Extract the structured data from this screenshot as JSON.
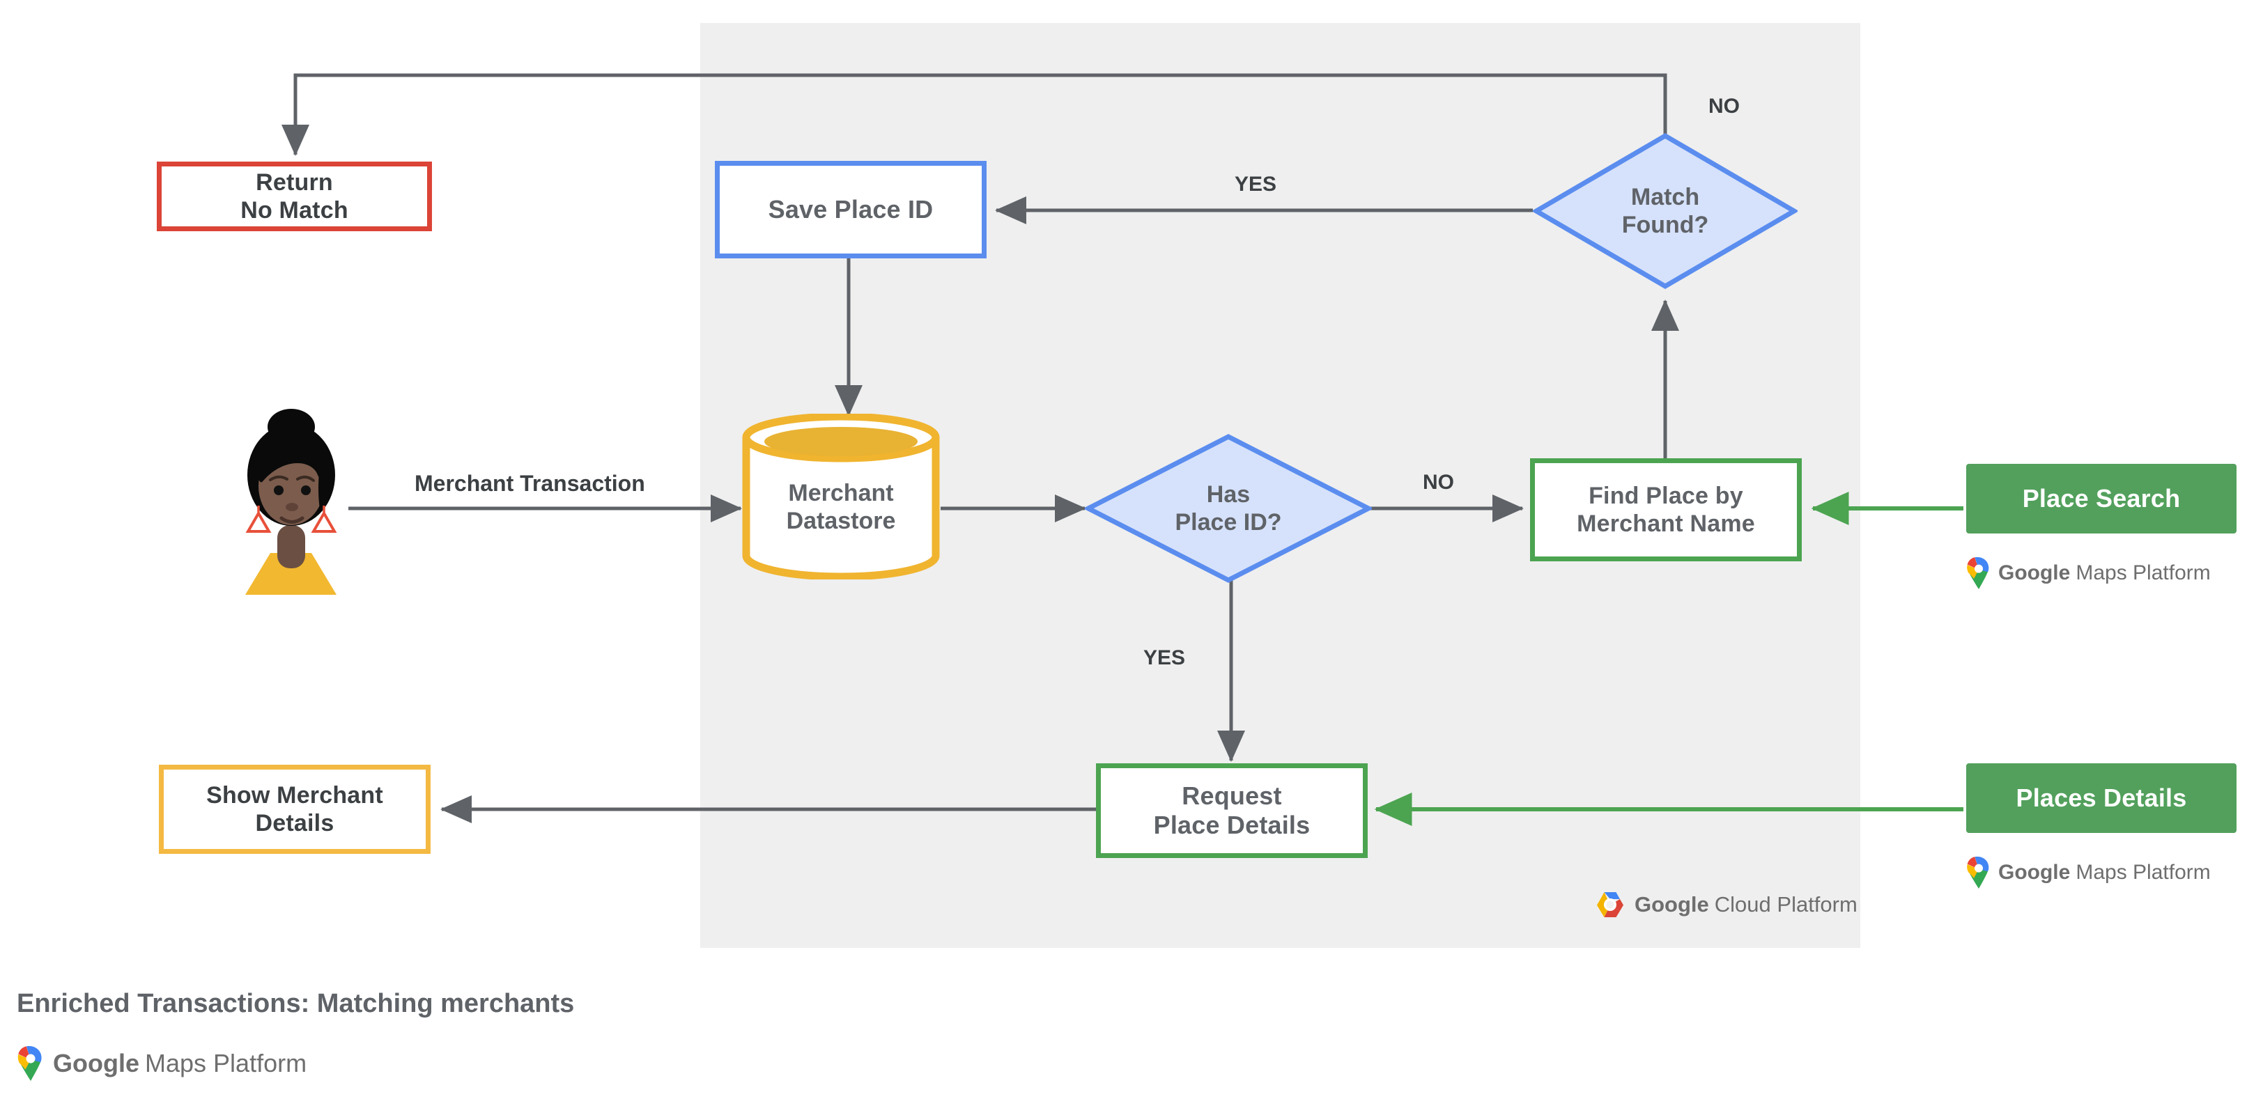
{
  "diagram": {
    "title": "Enriched Transactions: Matching merchants",
    "panel_label": "google-cloud-platform-region",
    "colors": {
      "panel_bg": "#EFEFEF",
      "red": "#DB4437",
      "blue": "#5B8DEF",
      "blue_fill": "#D6E2FB",
      "green_outline": "#4CA451",
      "green_fill": "#52A05C",
      "yellow": "#F4B942",
      "yellow_fill": "#E8B233",
      "edge": "#5F6368",
      "text": "#5F6368"
    },
    "nodes": {
      "return_no_match": {
        "label": "Return\nNo Match",
        "shape": "rectangle",
        "style": "red-outline"
      },
      "save_place_id": {
        "label": "Save Place ID",
        "shape": "rectangle",
        "style": "blue-outline"
      },
      "match_found": {
        "label": "Match\nFound?",
        "shape": "diamond",
        "style": "blue-fill"
      },
      "merchant_datastore": {
        "label": "Merchant\nDatastore",
        "shape": "cylinder",
        "style": "yellow-outline"
      },
      "has_place_id": {
        "label": "Has\nPlace ID?",
        "shape": "diamond",
        "style": "blue-fill"
      },
      "find_place_by_merchant_name": {
        "label": "Find Place by\nMerchant Name",
        "shape": "rectangle",
        "style": "green-outline"
      },
      "place_search": {
        "label": "Place Search",
        "shape": "rectangle",
        "style": "green-fill"
      },
      "show_merchant_details": {
        "label": "Show Merchant\nDetails",
        "shape": "rectangle",
        "style": "yellow-outline"
      },
      "request_place_details": {
        "label": "Request\nPlace Details",
        "shape": "rectangle",
        "style": "green-outline"
      },
      "places_details": {
        "label": "Places Details",
        "shape": "rectangle",
        "style": "green-fill"
      },
      "customer": {
        "label": "customer-avatar",
        "shape": "illustration"
      }
    },
    "edge_labels": {
      "merchant_transaction": "Merchant Transaction",
      "match_found_yes": "YES",
      "match_found_no": "NO",
      "has_place_id_no": "NO",
      "has_place_id_yes": "YES"
    },
    "brands": {
      "maps_platform": {
        "google": "Google",
        "rest": "Maps Platform",
        "icon": "google-maps-pin-icon"
      },
      "cloud_platform": {
        "google": "Google",
        "rest": "Cloud Platform",
        "icon": "google-cloud-hexagon-icon"
      }
    }
  }
}
